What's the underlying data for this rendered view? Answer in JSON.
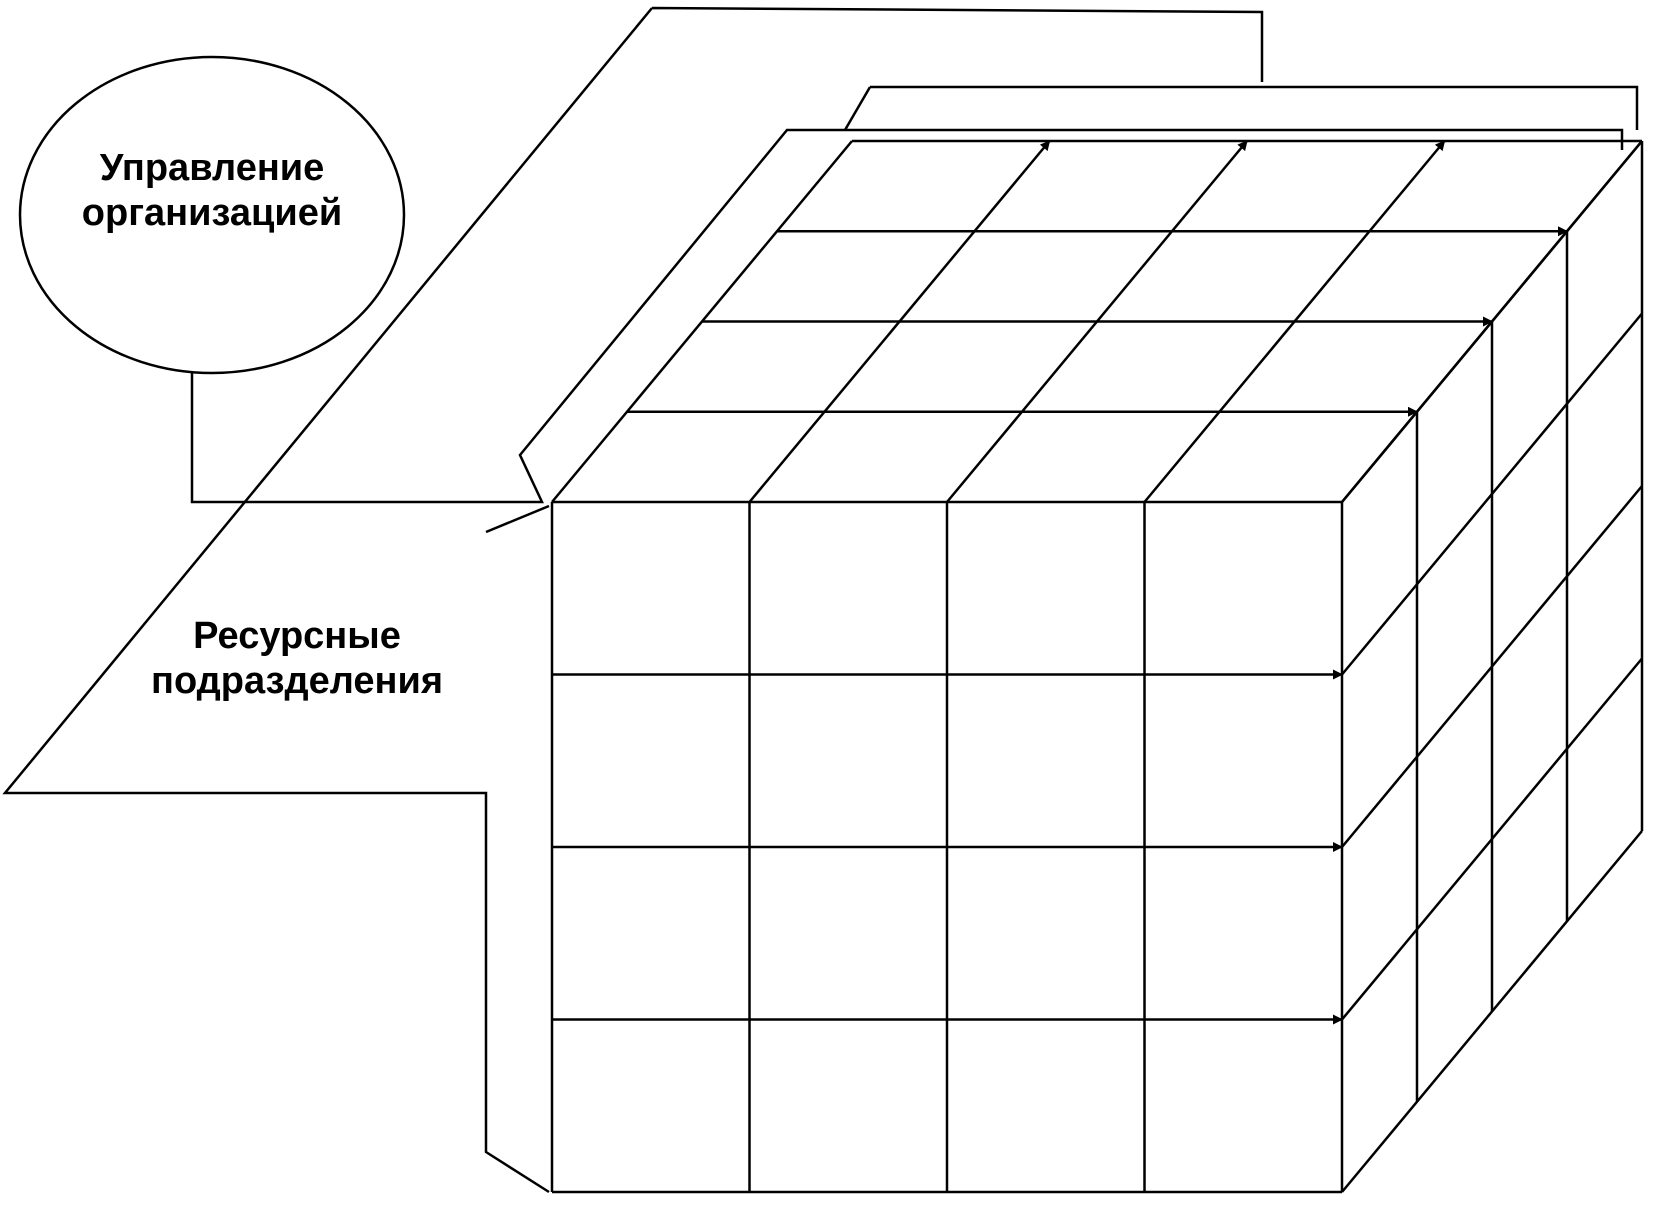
{
  "labels": {
    "management_line1": "Управление",
    "management_line2": "организацией",
    "resources_line1": "Ресурсные",
    "resources_line2": "подразделения"
  },
  "colors": {
    "stroke": "#000000",
    "background": "#ffffff"
  }
}
